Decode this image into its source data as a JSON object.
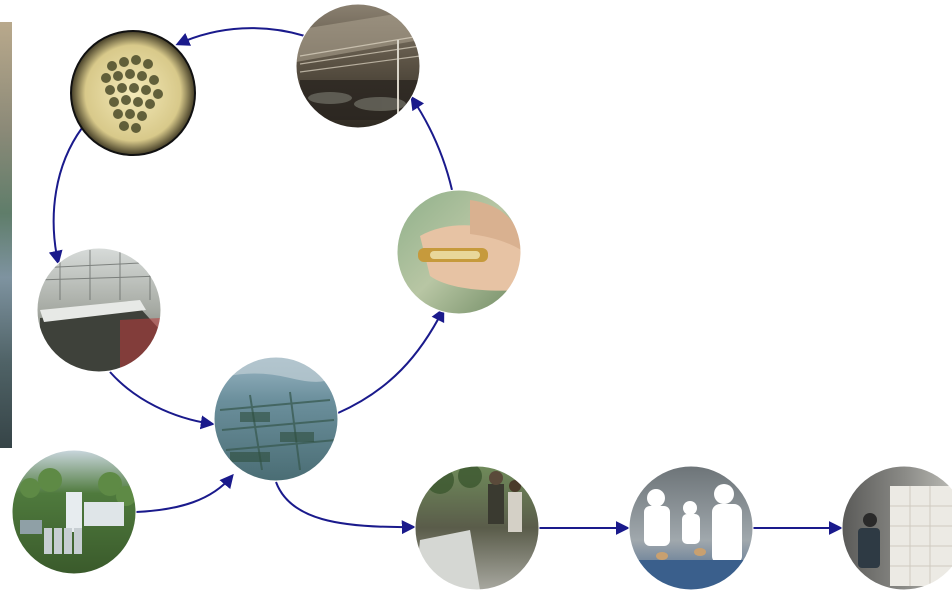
{
  "colors": {
    "arrow": "#1a1a8c",
    "background": "#ffffff"
  },
  "nodes": [
    {
      "id": "hatchery-tanks",
      "icon": "hatchery-shed-photo"
    },
    {
      "id": "microscope-larvae",
      "icon": "larvae-microscope-photo"
    },
    {
      "id": "greenhouse-ponds",
      "icon": "greenhouse-pond-photo"
    },
    {
      "id": "aerial-farm",
      "icon": "aerial-pond-photo"
    },
    {
      "id": "broodstock-hand",
      "icon": "hand-sample-photo"
    },
    {
      "id": "feed-mill",
      "icon": "feed-mill-photo"
    },
    {
      "id": "harvest",
      "icon": "harvest-photo"
    },
    {
      "id": "processing",
      "icon": "processing-photo"
    },
    {
      "id": "packaging",
      "icon": "packaging-photo"
    }
  ],
  "edges": [
    {
      "from": "hatchery-tanks",
      "to": "microscope-larvae"
    },
    {
      "from": "microscope-larvae",
      "to": "greenhouse-ponds"
    },
    {
      "from": "greenhouse-ponds",
      "to": "aerial-farm"
    },
    {
      "from": "aerial-farm",
      "to": "broodstock-hand"
    },
    {
      "from": "broodstock-hand",
      "to": "hatchery-tanks"
    },
    {
      "from": "feed-mill",
      "to": "aerial-farm"
    },
    {
      "from": "aerial-farm",
      "to": "harvest"
    },
    {
      "from": "harvest",
      "to": "processing"
    },
    {
      "from": "processing",
      "to": "packaging"
    }
  ]
}
